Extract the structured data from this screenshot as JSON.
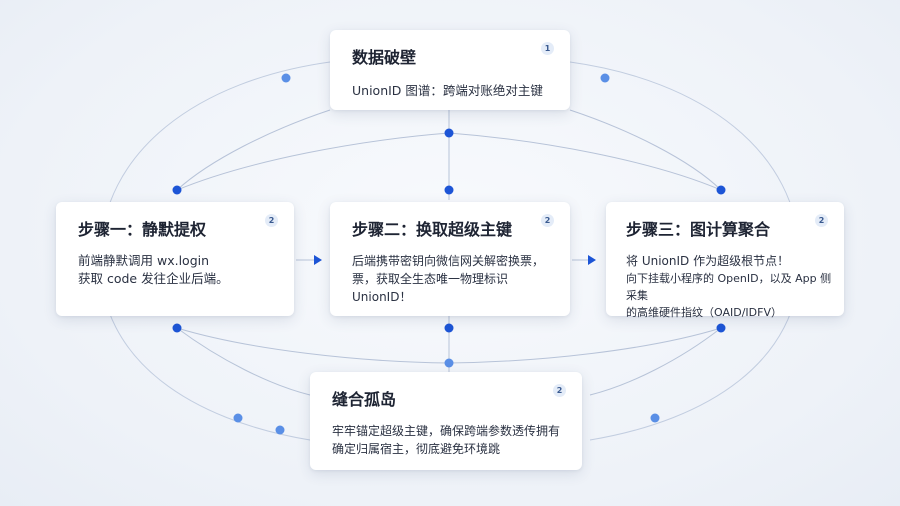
{
  "colors": {
    "node_dark": "#1d55d6",
    "node_light": "#5a8fe6",
    "line": "#b7c3d8",
    "arrow": "#1d55d6"
  },
  "cards": {
    "top": {
      "title": "数据破壁",
      "body": "UnionID 图谱：跨端对账绝对主键",
      "badge": "1"
    },
    "step1": {
      "title": "步骤一：静默提权",
      "body": "前端静默调用 wx.login\n获取 code 发往企业后端。",
      "badge": "2"
    },
    "step2": {
      "title": "步骤二：换取超级主键",
      "body": "后端携带密钥向微信网关解密换票，\n票，获取全生态唯一物理标识\nUnionID！",
      "badge": "2"
    },
    "step3": {
      "title": "步骤三：图计算聚合",
      "body_line1": "将 UnionID 作为超级根节点！",
      "body_line2": "向下挂载小程序的 OpenID，以及 App 侧采集\n的高维硬件指纹（OAID/IDFV）",
      "badge": "2"
    },
    "bottom": {
      "title": "缝合孤岛",
      "body": "牢牢锚定超级主键，确保跨端参数透传拥有\n确定归属宿主，彻底避免环境跳",
      "badge": "2"
    }
  }
}
